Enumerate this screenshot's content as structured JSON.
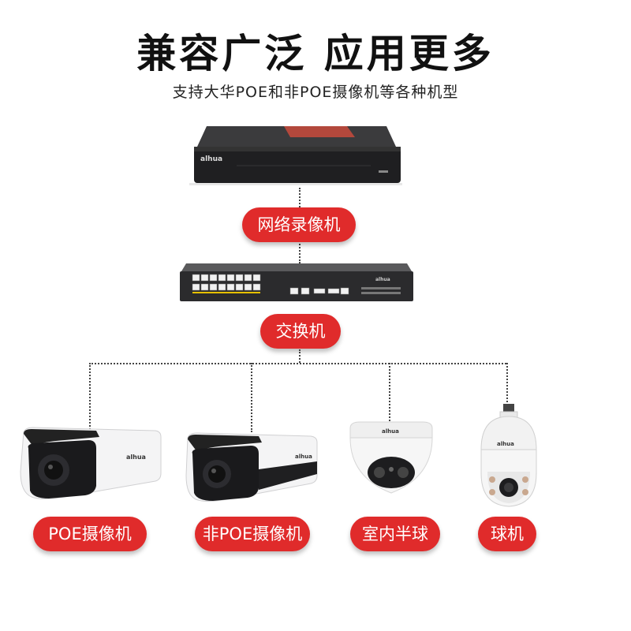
{
  "header": {
    "title": "兼容广泛  应用更多",
    "subtitle": "支持大华POE和非POE摄像机等各种机型"
  },
  "brand_logo": "alhua",
  "nodes": {
    "nvr": {
      "label": "网络录像机"
    },
    "switch": {
      "label": "交换机"
    }
  },
  "cameras": [
    {
      "label": "POE摄像机"
    },
    {
      "label": "非POE摄像机"
    },
    {
      "label": "室内半球"
    },
    {
      "label": "球机"
    }
  ],
  "colors": {
    "accent": "#e02b2b"
  }
}
